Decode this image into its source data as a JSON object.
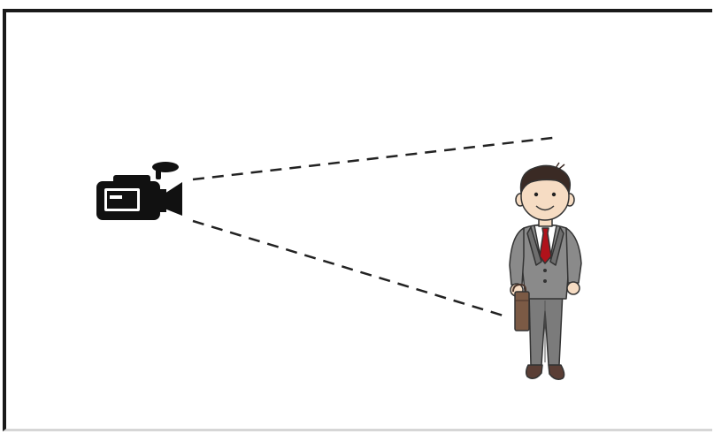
{
  "diagram": {
    "nodes": [
      {
        "id": "camera",
        "icon": "video-camera-icon"
      },
      {
        "id": "person",
        "icon": "businessman-with-briefcase-icon"
      }
    ],
    "edges": [
      {
        "from": "camera",
        "to": "person",
        "style": "dashed",
        "role": "field-of-view-upper-edge"
      },
      {
        "from": "camera",
        "to": "person",
        "style": "dashed",
        "role": "field-of-view-lower-edge"
      }
    ]
  },
  "colors": {
    "frame": "#1a1a1a",
    "camera": "#111111",
    "suit": "#7a7a7a",
    "skin": "#f6dcc3",
    "tie": "#b0121b",
    "briefcase": "#7b5a45",
    "hair": "#3a2a24"
  }
}
